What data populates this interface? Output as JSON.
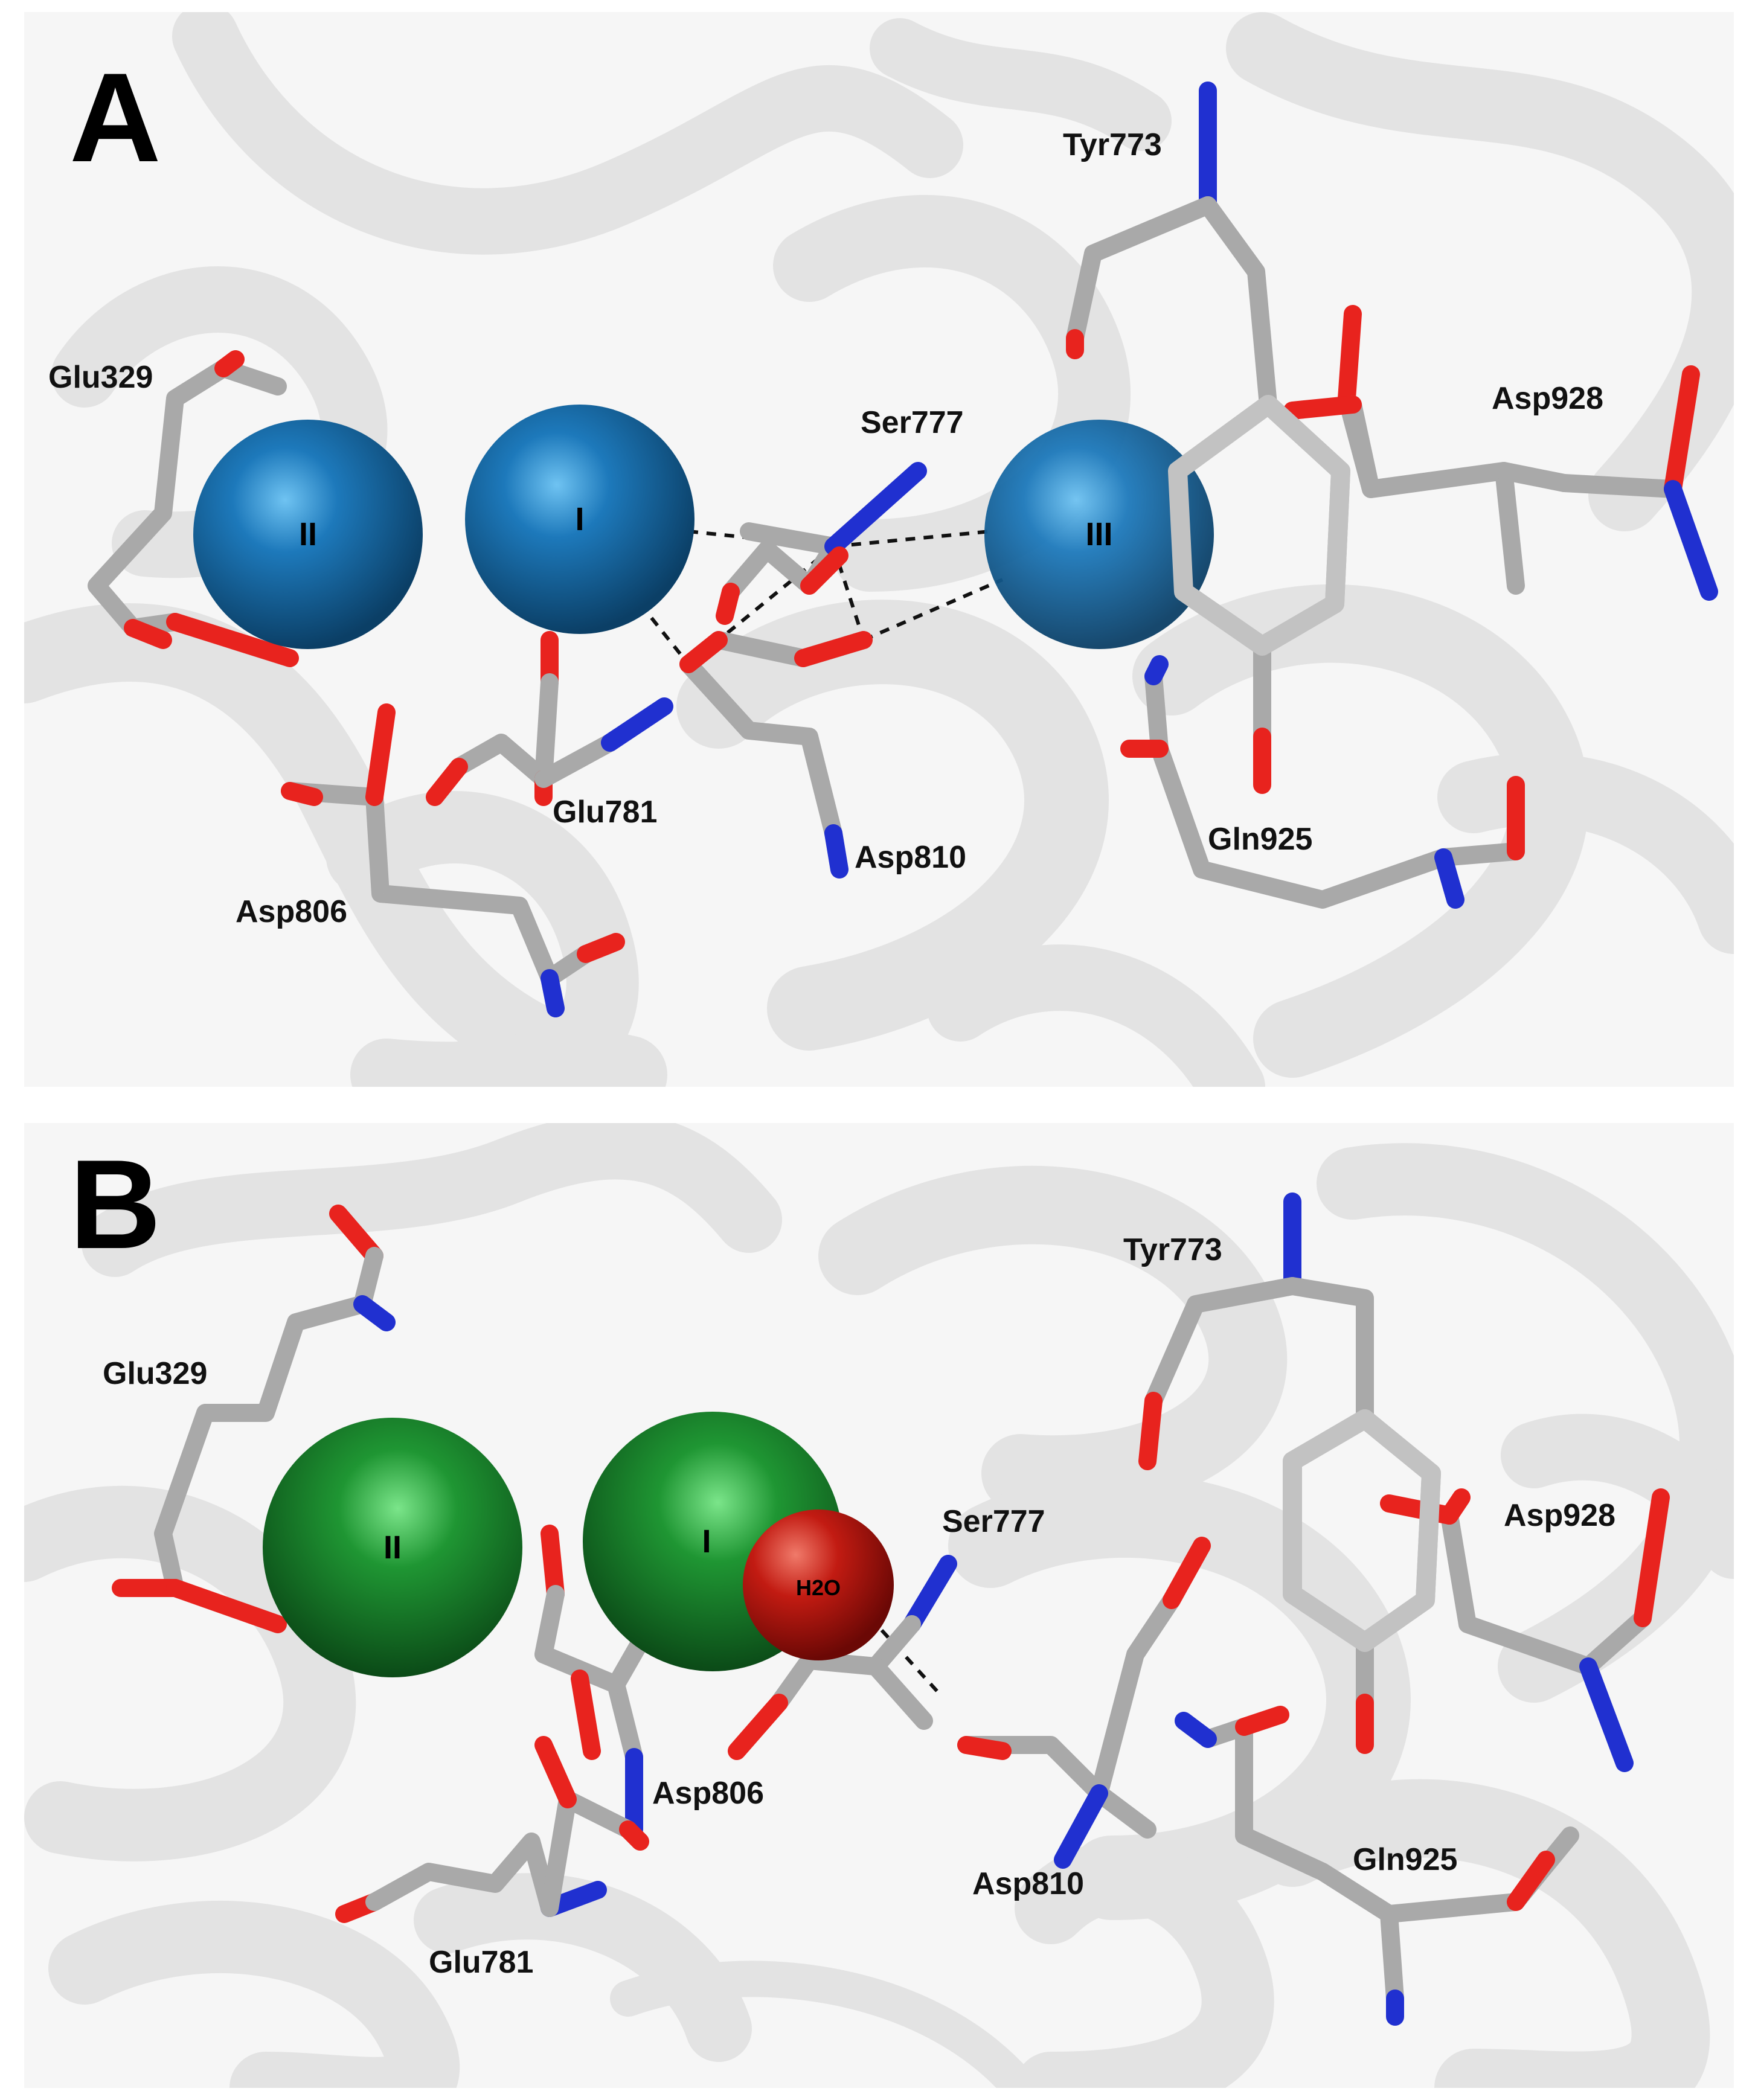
{
  "panels": [
    {
      "letter": "A",
      "ions": [
        {
          "label": "II",
          "color": "#1a6fb0"
        },
        {
          "label": "I",
          "color": "#1a6fb0"
        },
        {
          "label": "III",
          "color": "#1a6fb0"
        }
      ],
      "residues": [
        "Glu329",
        "Ser777",
        "Tyr773",
        "Asp928",
        "Glu781",
        "Asp810",
        "Asp806",
        "Gln925"
      ]
    },
    {
      "letter": "B",
      "ions": [
        {
          "label": "II",
          "color": "#1c8a2e"
        },
        {
          "label": "I",
          "color": "#1c8a2e"
        }
      ],
      "water": {
        "label": "H2O",
        "color": "#b3140f"
      },
      "residues": [
        "Glu329",
        "Tyr773",
        "Ser777",
        "Asp928",
        "Asp806",
        "Asp810",
        "Gln925",
        "Glu781"
      ]
    }
  ],
  "colors": {
    "carbon": "#a9a9a9",
    "oxygen": "#e8231e",
    "nitrogen": "#1f2fd6",
    "ribbon": "#e2e2e2",
    "background": "#f6f6f6"
  }
}
